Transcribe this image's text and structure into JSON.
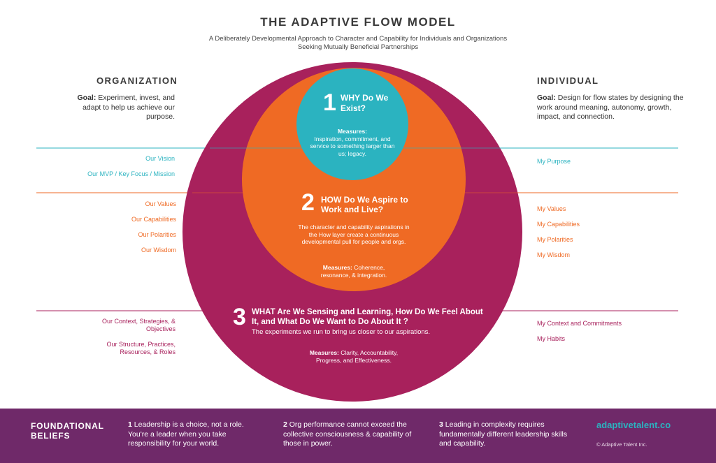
{
  "title": "THE ADAPTIVE FLOW MODEL",
  "subtitle": "A Deliberately Developmental Approach to Character and Capability for Individuals and Organizations Seeking Mutually Beneficial Partnerships",
  "organization": {
    "heading": "ORGANIZATION",
    "goal_label": "Goal:",
    "goal_text": "Experiment, invest, and adapt to help us achieve our purpose.",
    "why_items": [
      "Our Vision",
      "Our MVP / Key Focus / Mission"
    ],
    "how_items": [
      "Our Values",
      "Our Capabilities",
      "Our Polarities",
      "Our Wisdom"
    ],
    "what_items": [
      "Our Context, Strategies, & Objectives",
      "Our Structure, Practices, Resources, & Roles"
    ]
  },
  "individual": {
    "heading": "INDIVIDUAL",
    "goal_label": "Goal:",
    "goal_text": "Design for flow states by designing the work around meaning, autonomy, growth, impact, and connection.",
    "why_items": [
      "My Purpose"
    ],
    "how_items": [
      "My Values",
      "My Capabilities",
      "My Polarities",
      "My Wisdom"
    ],
    "what_items": [
      "My Context and Commitments",
      "My Habits"
    ]
  },
  "layers": {
    "why": {
      "number": "1",
      "title_bold": "WHY",
      "title_rest": "Do We Exist?",
      "measures_label": "Measures:",
      "measures_text": "Inspiration, commitment, and service to something larger than us; legacy."
    },
    "how": {
      "number": "2",
      "title_bold": "HOW",
      "title_rest": "Do We Aspire to Work and Live?",
      "body": "The character and capability aspirations in the How layer create a continuous developmental pull for people and orgs.",
      "measures_label": "Measures:",
      "measures_text": "Coherence, resonance, & integration."
    },
    "what": {
      "number": "3",
      "title_bold": "WHAT",
      "title_rest": "Are We Sensing and Learning, How Do We Feel About It, and What Do We Want to Do About It ?",
      "body": "The experiments we run to bring us closer to our aspirations.",
      "measures_label": "Measures:",
      "measures_text": "Clarity, Accountability, Progress, and Effectiveness."
    }
  },
  "footer": {
    "heading": "FOUNDATIONAL BELIEFS",
    "beliefs": [
      {
        "number": "1",
        "text": "Leadership is a choice, not a role. You're a leader when you take responsibility for your world."
      },
      {
        "number": "2",
        "text": "Org performance cannot exceed the collective consciousness & capability of those in power."
      },
      {
        "number": "3",
        "text": "Leading in complexity requires fundamentally different leadership skills and capability."
      }
    ],
    "website": "adaptivetalent.co",
    "copyright": "© Adaptive Talent Inc."
  },
  "colors": {
    "teal": "#2bb3c0",
    "orange": "#ef6a24",
    "magenta": "#a8215c",
    "footer": "#6f2969"
  }
}
